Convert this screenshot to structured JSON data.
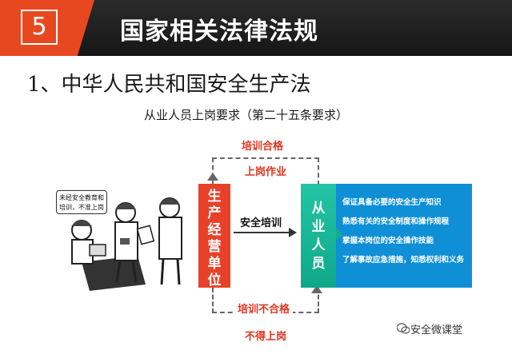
{
  "header": {
    "section_number": "5",
    "title": "国家相关法律法规"
  },
  "section_title": "1、中华人民共和国安全生产法",
  "diagram": {
    "title": "从业人员上岗要求（第二十五条要求）",
    "top_labels": {
      "pass": "培训合格",
      "work": "上岗作业"
    },
    "bottom_labels": {
      "fail": "培训不合格",
      "no_work": "不得上岗"
    },
    "unit_box": {
      "line1": "生",
      "line2": "产",
      "line3": "经",
      "line4": "营",
      "line5": "单",
      "line6": "位"
    },
    "arrow_label": "安全培训",
    "worker_box": {
      "line1": "从",
      "line2": "业",
      "line3": "人",
      "line4": "员"
    },
    "requirements": [
      "保证具备必要的安全生产知识",
      "熟悉有关的安全制度和操作规程",
      "掌握本岗位的安全操作技能",
      "了解事故应急措施，知悉权利和义务"
    ],
    "speech_bubble": {
      "line1": "未经安全教育和",
      "line2": "培训，不准上岗"
    }
  },
  "watermark": {
    "text": "安全微课堂",
    "icon": "wechat-icon"
  },
  "colors": {
    "header_bg": "#1e1e1e",
    "accent_orange": "#e8481f",
    "red_box": "#e8412a",
    "green_box": "#12ad8e",
    "blue_panel": "#0f8fd6",
    "red_text": "#e0341c"
  }
}
